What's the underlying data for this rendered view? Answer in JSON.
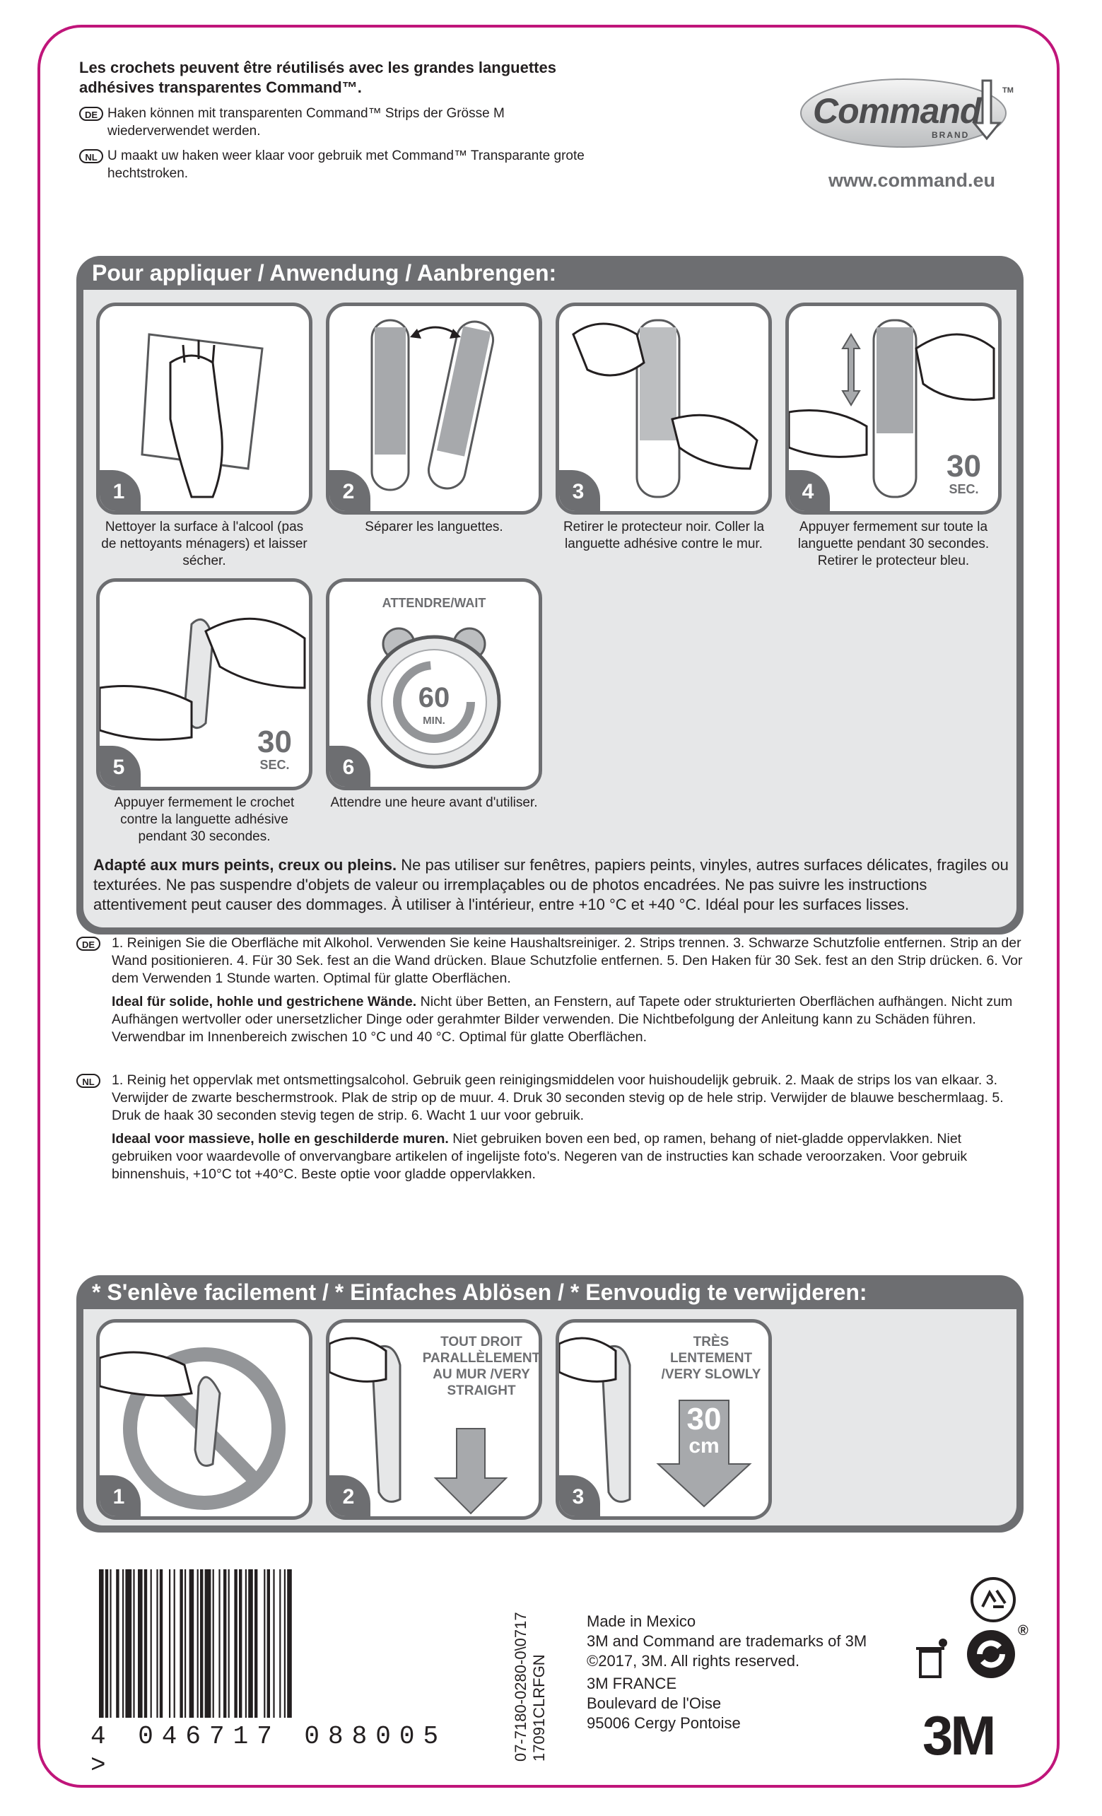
{
  "intro": {
    "fr": "Les crochets peuvent être réutilisés avec les grandes languettes adhésives transparentes Command™.",
    "de_badge": "DE",
    "de": "Haken können mit transparenten Command™ Strips der Grösse M wiederverwendet werden.",
    "nl_badge": "NL",
    "nl": "U maakt uw haken weer klaar voor gebruik met Command™ Transparante grote hechtstroken."
  },
  "logo": {
    "word": "Command",
    "tm": "TM",
    "sub": "BRAND"
  },
  "url": "www.command.eu",
  "apply": {
    "title": "Pour appliquer / Anwendung / Aanbrengen:",
    "steps": [
      {
        "num": "1",
        "caption": "Nettoyer la surface à l'alcool (pas de nettoyants ménagers) et laisser sécher."
      },
      {
        "num": "2",
        "caption": "Séparer les languettes."
      },
      {
        "num": "3",
        "caption": "Retirer le protecteur noir. Coller la languette adhésive contre le mur."
      },
      {
        "num": "4",
        "caption": "Appuyer fermement sur toute la languette pendant 30 secondes. Retirer le protecteur bleu.",
        "sec_n": "30",
        "sec_u": "SEC."
      },
      {
        "num": "5",
        "caption": "Appuyer fermement le crochet contre la languette adhésive pendant 30 secondes.",
        "sec_n": "30",
        "sec_u": "SEC."
      },
      {
        "num": "6",
        "caption": "Attendre une heure avant d'utiliser.",
        "wait": "ATTENDRE/WAIT",
        "min_n": "60",
        "min_u": "MIN."
      }
    ],
    "warn_bold": "Adapté aux murs peints, creux ou pleins.",
    "warn_text": " Ne pas utiliser sur fenêtres, papiers peints, vinyles, autres surfaces délicates, fragiles ou texturées. Ne pas suspendre d'objets de valeur ou irremplaçables ou de photos encadrées. Ne pas suivre les instructions attentivement peut causer des dommages. À utiliser à l'intérieur, entre +10 °C et +40 °C. Idéal pour les surfaces lisses."
  },
  "de_block": {
    "badge": "DE",
    "steps": "1. Reinigen Sie die Oberfläche mit Alkohol. Verwenden Sie keine Haushaltsreiniger. 2. Strips trennen. 3. Schwarze Schutzfolie entfernen. Strip an der Wand positionieren. 4. Für 30 Sek. fest an die Wand drücken. Blaue Schutzfolie entfernen. 5. Den Haken für 30 Sek. fest an den Strip drücken. 6. Vor dem Verwenden 1 Stunde warten. Optimal für glatte Oberflächen.",
    "ideal_bold": "Ideal für solide, hohle und gestrichene Wände.",
    "ideal_text": " Nicht über Betten, an Fenstern, auf Tapete oder strukturierten Oberflächen aufhängen. Nicht zum Aufhängen wertvoller oder unersetzlicher Dinge oder gerahmter Bilder verwenden. Die Nichtbefolgung der Anleitung kann zu Schäden führen. Verwendbar im Innenbereich zwischen 10 °C und 40 °C. Optimal für glatte Oberflächen."
  },
  "nl_block": {
    "badge": "NL",
    "steps": "1. Reinig het oppervlak met ontsmettingsalcohol. Gebruik geen reinigingsmiddelen voor huishoudelijk gebruik. 2. Maak de strips los van elkaar. 3. Verwijder de zwarte beschermstrook. Plak de strip op de muur. 4. Druk 30 seconden stevig op de hele strip. Verwijder de blauwe beschermlaag. 5. Druk de haak 30 seconden stevig tegen de strip. 6. Wacht 1 uur voor gebruik.",
    "ideal_bold": "Ideaal voor massieve, holle en geschilderde muren.",
    "ideal_text": " Niet gebruiken boven een bed, op ramen, behang of niet-gladde oppervlakken. Niet gebruiken voor waardevolle of onvervangbare artikelen of ingelijste foto's. Negeren van de instructies kan schade veroorzaken. Voor gebruik binnenshuis, +10°C tot +40°C. Beste optie voor gladde oppervlakken."
  },
  "remove": {
    "title": "* S'enlève facilement / * Einfaches Ablösen / * Eenvoudig te verwijderen:",
    "steps": [
      {
        "num": "1"
      },
      {
        "num": "2",
        "label": "TOUT DROIT PARALLÈLEMENT AU MUR /VERY STRAIGHT"
      },
      {
        "num": "3",
        "label": "TRÈS LENTEMENT /VERY SLOWLY",
        "cm_n": "30",
        "cm_u": "cm"
      }
    ]
  },
  "barcode_number": "4 046717 088005 >",
  "codes": {
    "line1": "07-7180-0280-0\\0717",
    "line2": "17091CLRFGN"
  },
  "made": {
    "line1": "Made in Mexico",
    "line2": "3M and Command are trademarks of 3M",
    "line3": "©2017, 3M. All rights reserved.",
    "line4": "3M FRANCE",
    "line5": "Boulevard de l'Oise",
    "line6": "95006 Cergy Pontoise"
  },
  "brand": "3M",
  "registered": "®",
  "colors": {
    "border": "#c0157a",
    "panel": "#6d6e71",
    "panel_bg": "#e6e7e8"
  }
}
